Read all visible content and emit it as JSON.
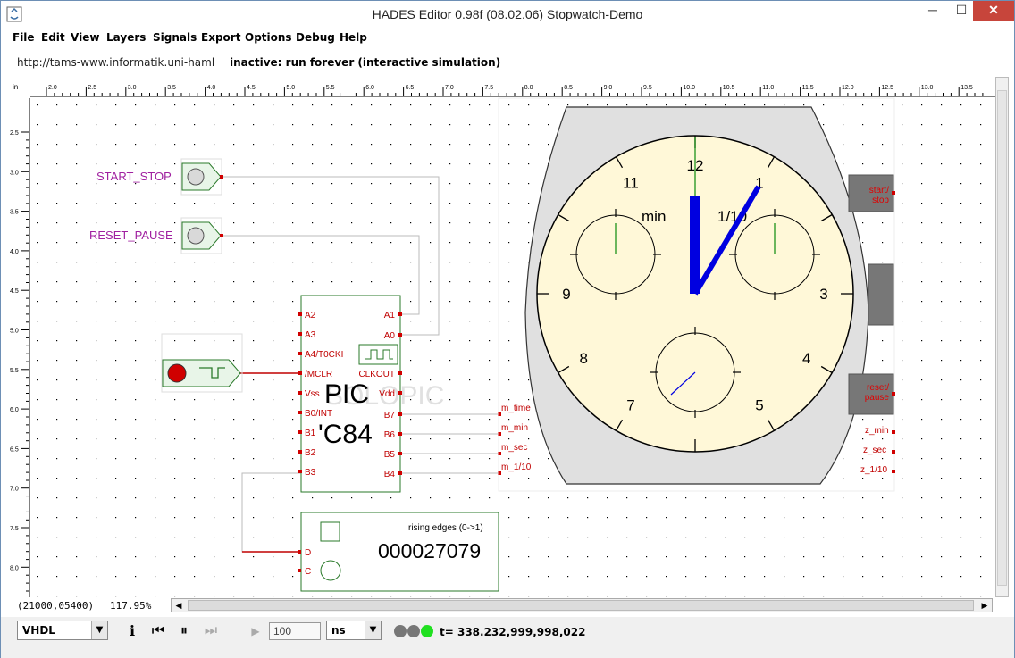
{
  "window": {
    "title": "HADES Editor 0.98f (08.02.06)  Stopwatch-Demo",
    "min_glyph": "─",
    "max_glyph": "☐",
    "close_glyph": "✕"
  },
  "menu": [
    "File",
    "Edit",
    "View",
    "Layers",
    "Signals",
    "Export",
    "Options",
    "Debug",
    "Help"
  ],
  "toolbar": {
    "url": "http://tams-www.informatik.uni-hamburg",
    "status": "inactive: run forever (interactive simulation)"
  },
  "ruler": {
    "unit": "in",
    "x_ticks": [
      "2.0",
      "2.5",
      "3.0",
      "3.5",
      "4.0",
      "4.5",
      "5.0",
      "5.5",
      "6.0",
      "6.5",
      "7.0",
      "7.5",
      "8.0",
      "8.5",
      "9.0",
      "9.5",
      "10.0",
      "10.5",
      "11.0",
      "11.5",
      "12.0",
      "12.5",
      "13.0",
      "13.5"
    ],
    "y_ticks": [
      "2.5",
      "3.0",
      "3.5",
      "4.0",
      "4.5",
      "5.0",
      "5.5",
      "6.0",
      "6.5",
      "7.0",
      "7.5",
      "8.0"
    ]
  },
  "schematic": {
    "switches": [
      "START_STOP",
      "RESET_PAUSE"
    ],
    "pic": {
      "name_line1": "PIC",
      "name_line2": "'C84",
      "pins_left": [
        "A2",
        "A3",
        "A4/T0CKI",
        "/MCLR",
        "Vss",
        "B0/INT",
        "B1",
        "B2",
        "B3"
      ],
      "pins_right": [
        "A1",
        "A0",
        "CLKOUT",
        "Vdd",
        "B7",
        "B6",
        "B5",
        "B4"
      ]
    },
    "nets": [
      "m_time",
      "m_min",
      "m_sec",
      "m_1/10"
    ],
    "counter": {
      "label": "rising edges (0->1)",
      "value": "000027079",
      "pin_d": "D",
      "pin_c": "C"
    },
    "watch": {
      "numbers": [
        "12",
        "1",
        "3",
        "4",
        "5",
        "7",
        "8",
        "9",
        "11"
      ],
      "dial_min": "min",
      "dial_tenth": "1/10",
      "button_start": [
        "start/",
        "stop"
      ],
      "button_reset": [
        "reset/",
        "pause"
      ],
      "outputs": [
        "z_min",
        "z_sec",
        "z_1/10"
      ]
    },
    "watermark": "SOLOPIC"
  },
  "status": {
    "coords": "(21000,05400)",
    "zoom": "117.95%"
  },
  "bottom": {
    "language": "VHDL",
    "delay": "100",
    "unit": "ns",
    "time": "t= 338.232,999,998,022"
  },
  "colors": {
    "accent_close": "#c7453b",
    "wire": "#c00000",
    "label_magenta": "#a020a0",
    "watch_face": "#fff8d8",
    "hand_blue": "#0000e0"
  }
}
